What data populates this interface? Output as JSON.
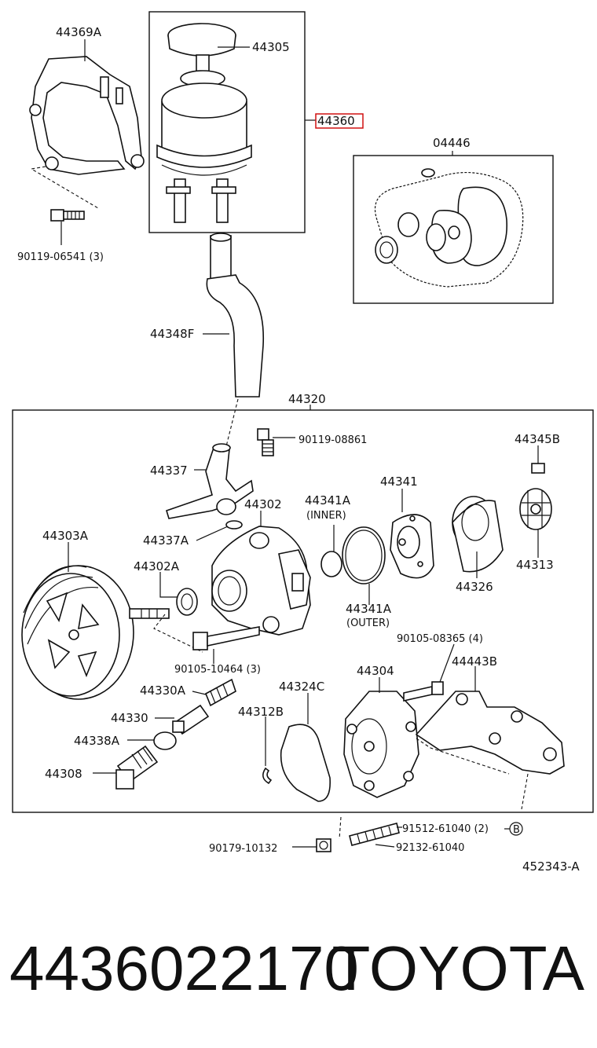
{
  "diagram_code": "452343-A",
  "highlight_color": "#d01010",
  "labels": {
    "l44369A": "44369A",
    "l44305": "44305",
    "l44360": "44360",
    "l04446": "04446",
    "l9011906541": "90119-06541 (3)",
    "l44348F": "44348F",
    "l44320": "44320",
    "l9011908861": "90119-08861",
    "l44345B": "44345B",
    "l44337": "44337",
    "l44341": "44341",
    "l44341A_in": "44341A",
    "l44341A_in_note": "(INNER)",
    "l44302": "44302",
    "l44303A": "44303A",
    "l44337A": "44337A",
    "l44326": "44326",
    "l44313": "44313",
    "l44302A": "44302A",
    "l44341A_out": "44341A",
    "l44341A_out_note": "(OUTER)",
    "l9010508365": "90105-08365 (4)",
    "l9010510464": "90105-10464 (3)",
    "l44304": "44304",
    "l44443B": "44443B",
    "l44330A": "44330A",
    "l44324C": "44324C",
    "l44330": "44330",
    "l44312B": "44312B",
    "l44338A": "44338A",
    "l44308": "44308",
    "l9151261040": "91512-61040 (2)",
    "lB": "B",
    "l9017910132": "90179-10132",
    "l9213261040": "92132-61040"
  },
  "footer": {
    "part_number": "4436022170",
    "brand": "TOYOTA"
  }
}
